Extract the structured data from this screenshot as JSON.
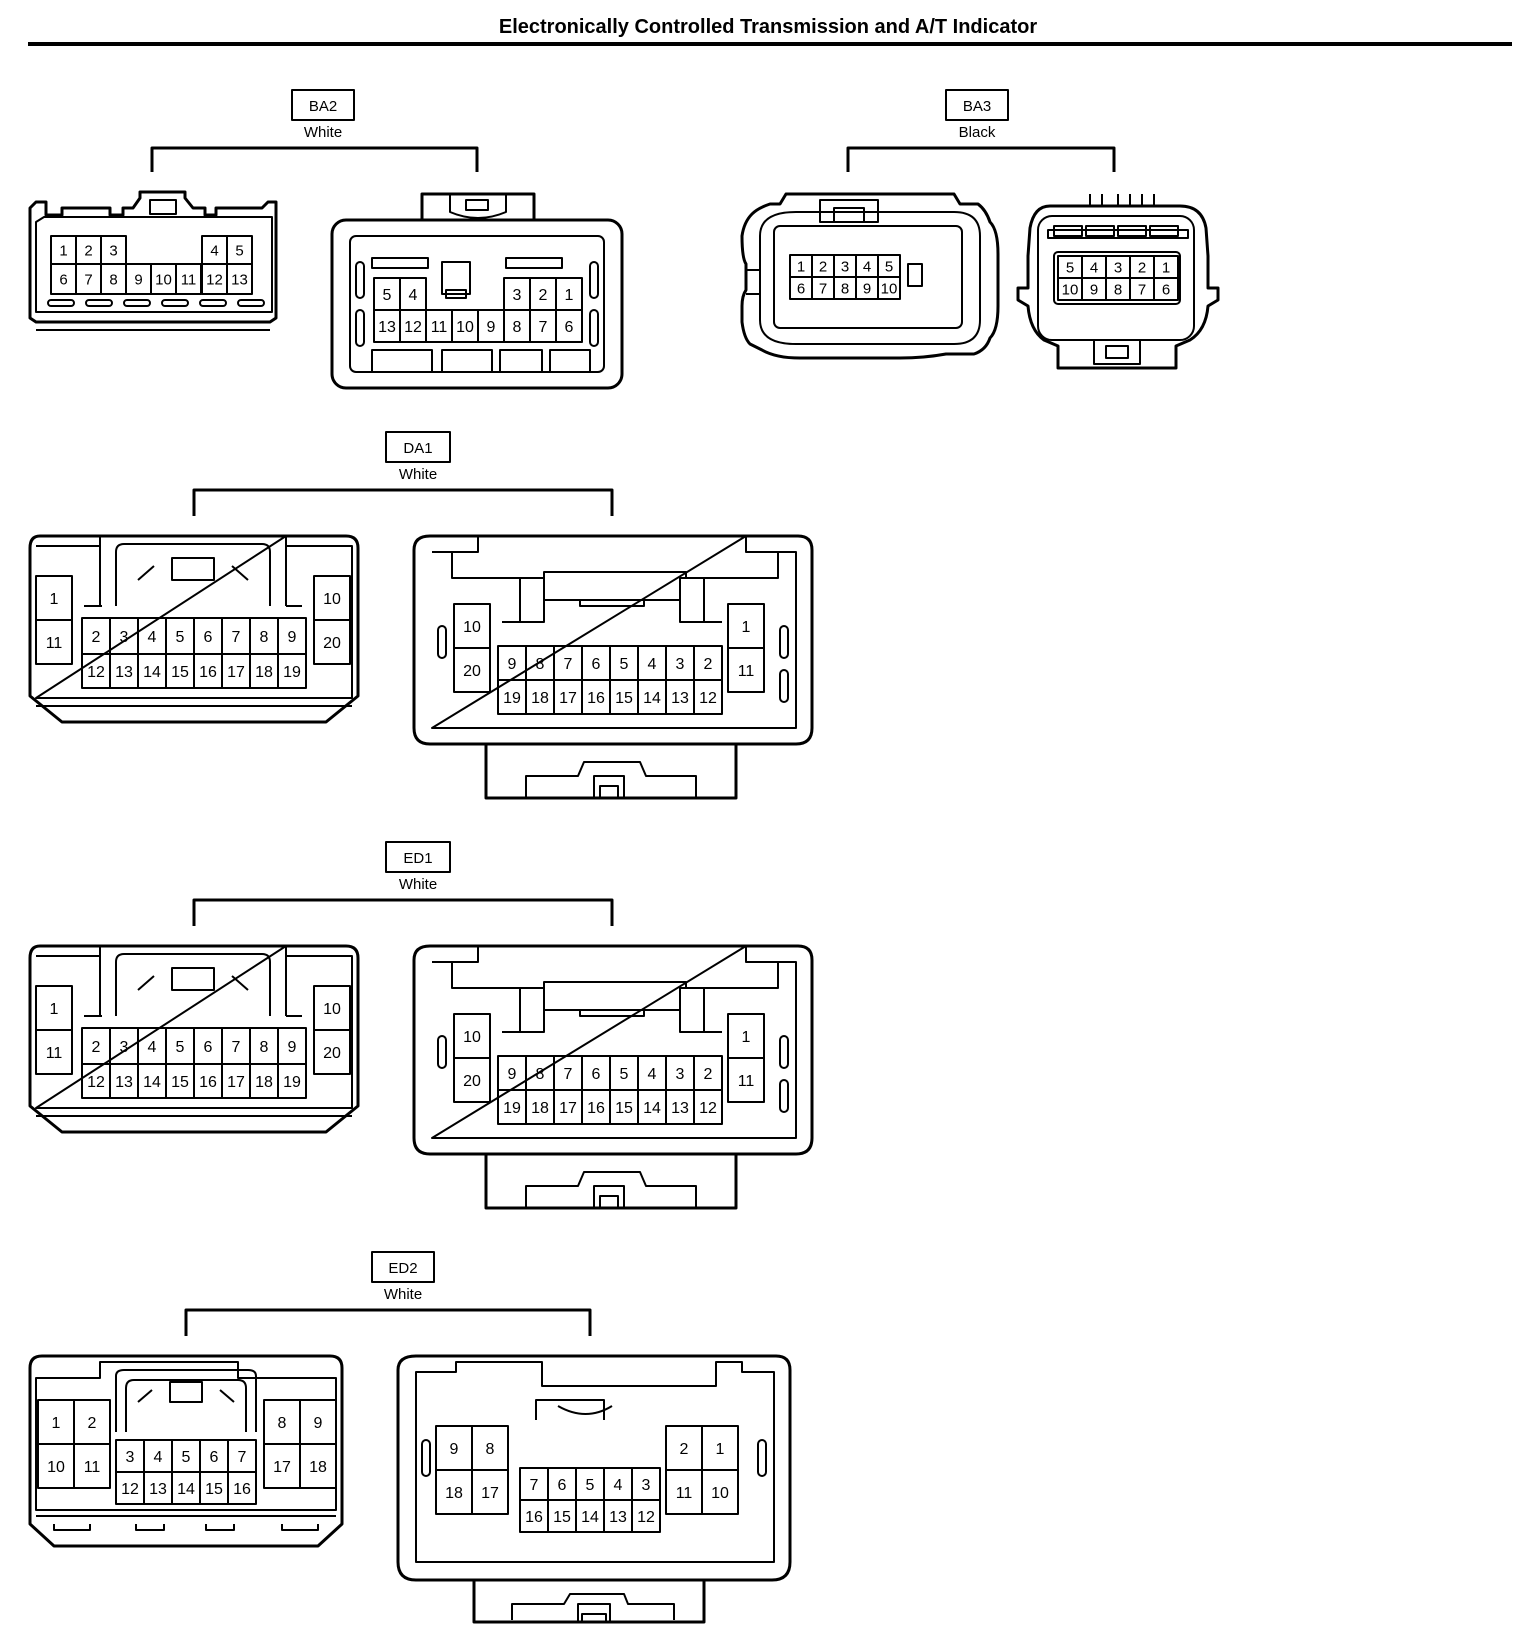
{
  "title": "Electronically Controlled Transmission and A/T Indicator",
  "connectors": [
    {
      "id": "BA2",
      "color": "White"
    },
    {
      "id": "BA3",
      "color": "Black"
    },
    {
      "id": "DA1",
      "color": "White"
    },
    {
      "id": "ED1",
      "color": "White"
    },
    {
      "id": "ED2",
      "color": "White"
    }
  ],
  "pins": {
    "ba2_left_top": [
      "1",
      "2",
      "3",
      "4",
      "5"
    ],
    "ba2_left_bottom": [
      "6",
      "7",
      "8",
      "9",
      "10",
      "11",
      "12",
      "13"
    ],
    "ba2_right_top": [
      "5",
      "4",
      "3",
      "2",
      "1"
    ],
    "ba2_right_bottom": [
      "13",
      "12",
      "11",
      "10",
      "9",
      "8",
      "7",
      "6"
    ],
    "ba3_left_top": [
      "1",
      "2",
      "3",
      "4",
      "5"
    ],
    "ba3_left_bottom": [
      "6",
      "7",
      "8",
      "9",
      "10"
    ],
    "ba3_right_top": [
      "5",
      "4",
      "3",
      "2",
      "1"
    ],
    "ba3_right_bottom": [
      "10",
      "9",
      "8",
      "7",
      "6"
    ],
    "d20_left_side_l": [
      "1",
      "11"
    ],
    "d20_left_side_r": [
      "10",
      "20"
    ],
    "d20_left_top": [
      "2",
      "3",
      "4",
      "5",
      "6",
      "7",
      "8",
      "9"
    ],
    "d20_left_bottom": [
      "12",
      "13",
      "14",
      "15",
      "16",
      "17",
      "18",
      "19"
    ],
    "d20_right_side_l": [
      "10",
      "20"
    ],
    "d20_right_side_r": [
      "1",
      "11"
    ],
    "d20_right_top": [
      "9",
      "8",
      "7",
      "6",
      "5",
      "4",
      "3",
      "2"
    ],
    "d20_right_bottom": [
      "19",
      "18",
      "17",
      "16",
      "15",
      "14",
      "13",
      "12"
    ],
    "ed2_left_block_l": [
      "1",
      "2",
      "10",
      "11"
    ],
    "ed2_left_block_r": [
      "8",
      "9",
      "17",
      "18"
    ],
    "ed2_left_top": [
      "3",
      "4",
      "5",
      "6",
      "7"
    ],
    "ed2_left_bottom": [
      "12",
      "13",
      "14",
      "15",
      "16"
    ],
    "ed2_right_block_l": [
      "9",
      "8",
      "18",
      "17"
    ],
    "ed2_right_block_r": [
      "2",
      "1",
      "11",
      "10"
    ],
    "ed2_right_top": [
      "7",
      "6",
      "5",
      "4",
      "3"
    ],
    "ed2_right_bottom": [
      "16",
      "15",
      "14",
      "13",
      "12"
    ]
  }
}
